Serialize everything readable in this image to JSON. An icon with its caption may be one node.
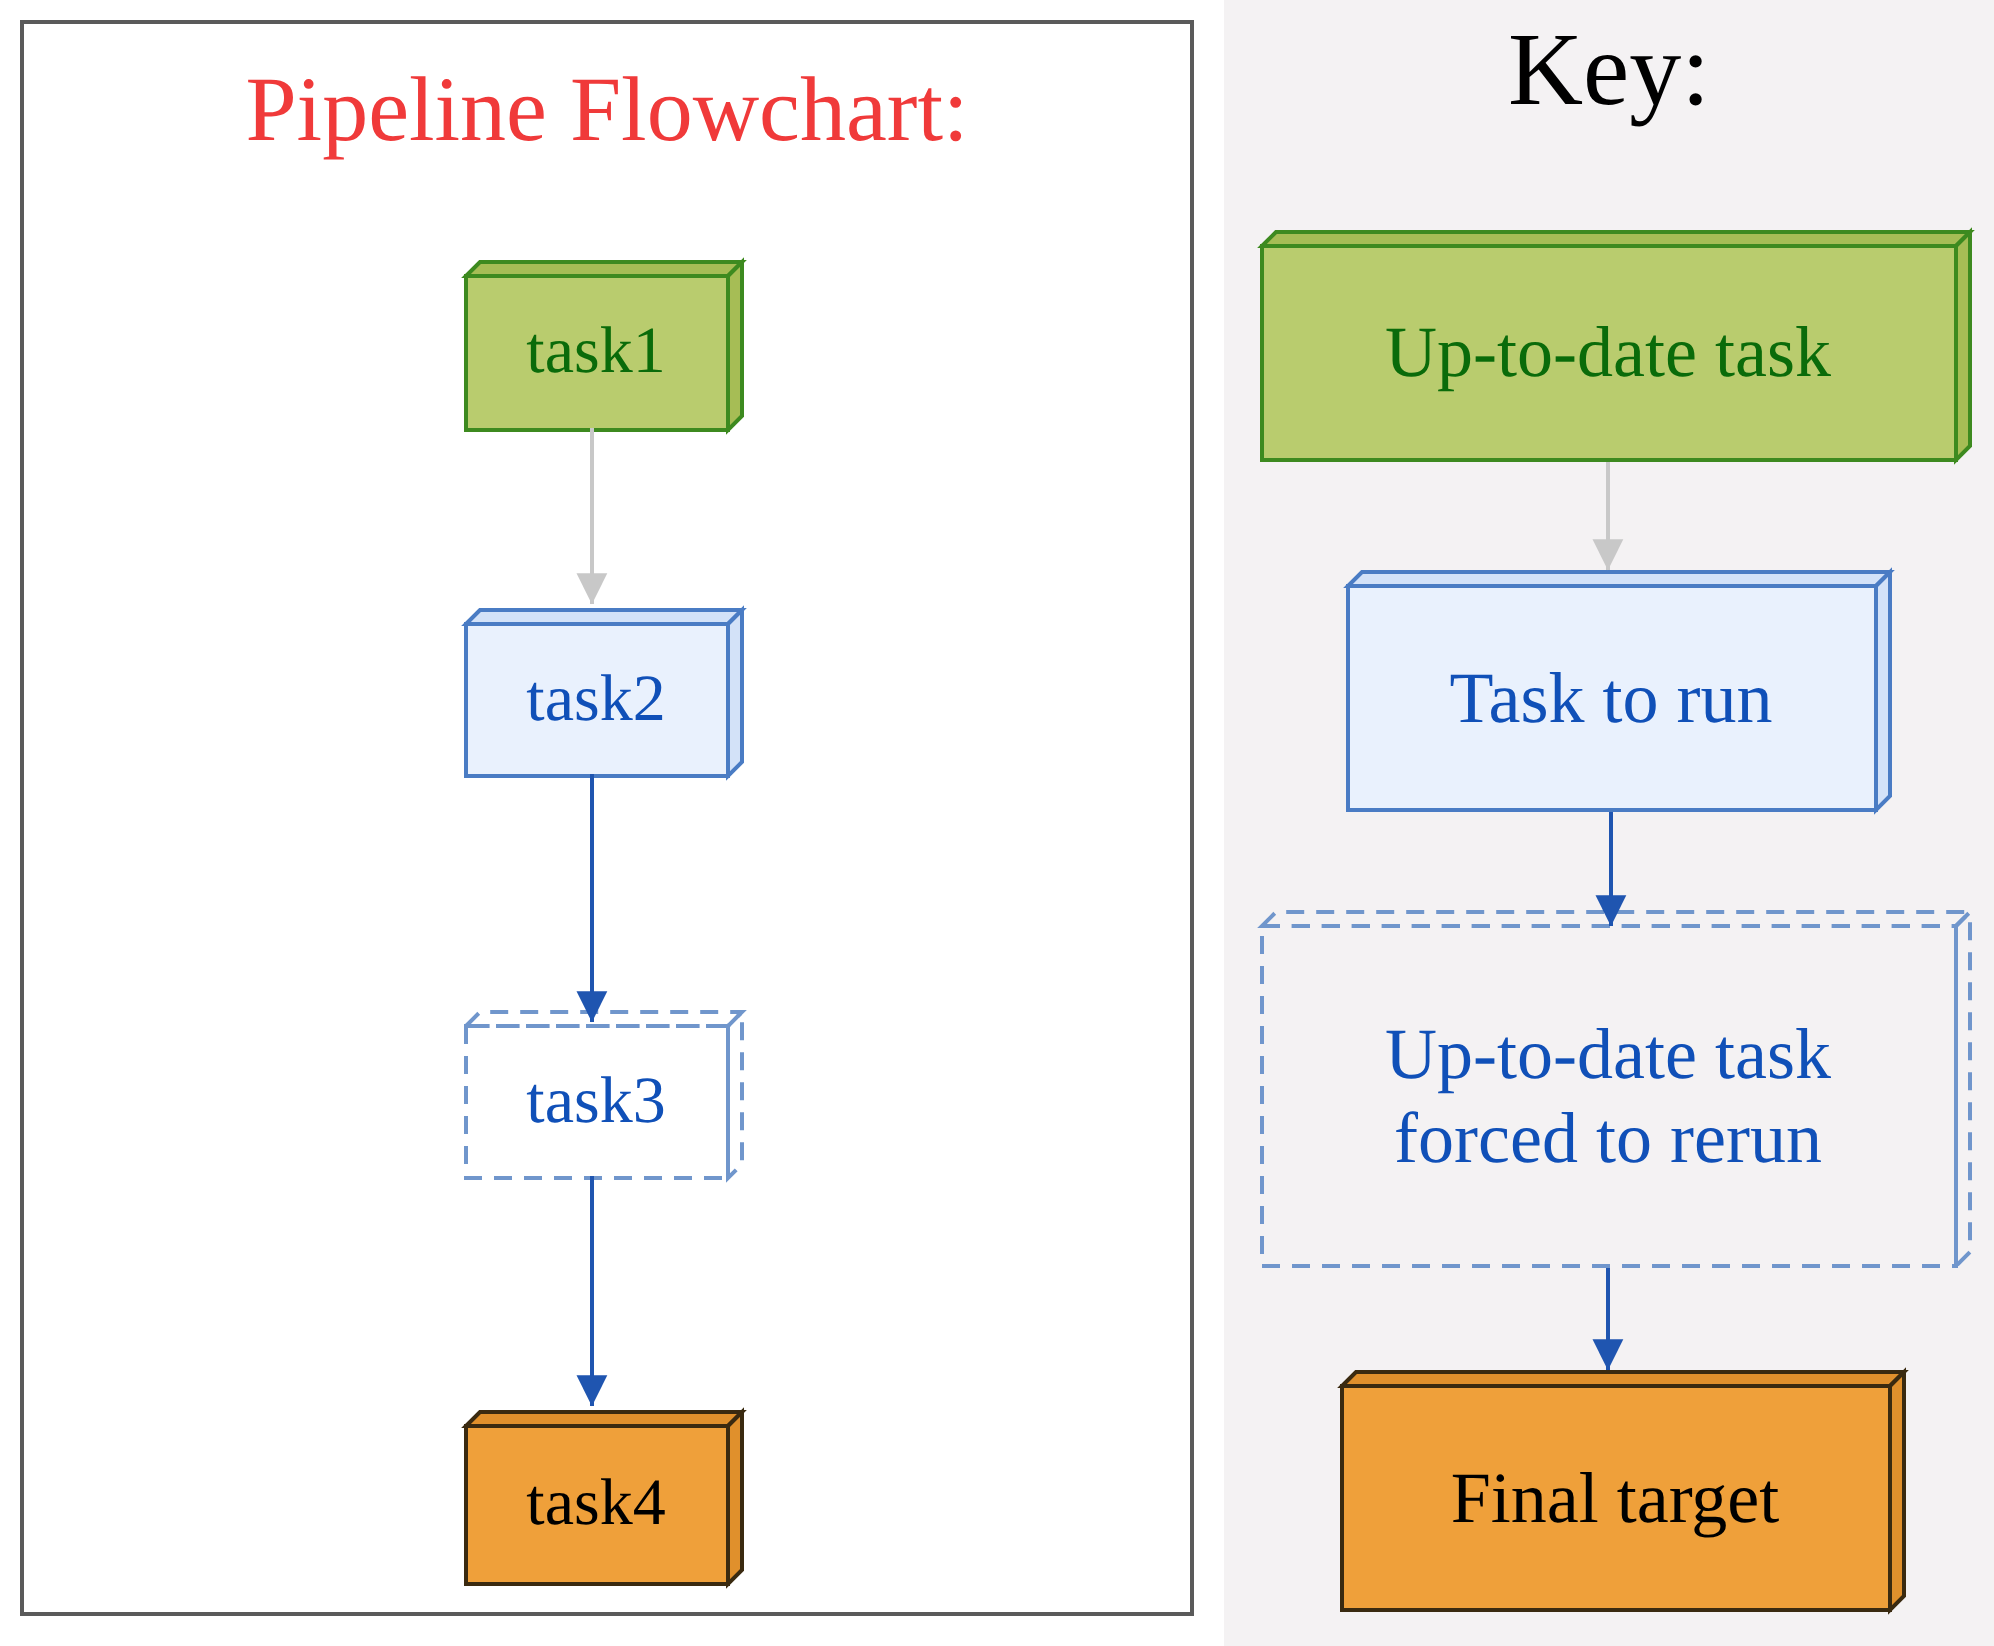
{
  "diagram": {
    "nodes": [
      {
        "text": [
          "Pipeline Flowchart:"
        ]
      },
      {
        "text": [
          "task1"
        ],
        "in": 0
      },
      {
        "text": [
          "task2"
        ],
        "in": 0
      },
      {
        "text": [
          "task3"
        ],
        "in": 0
      },
      {
        "text": [
          "task4"
        ],
        "in": 0
      },
      {
        "text": [
          "Key:"
        ]
      },
      {
        "text": [
          "Up-to-date task"
        ],
        "in": 5
      },
      {
        "text": [
          "Task to run"
        ],
        "in": 5
      },
      {
        "text": [
          "Up-to-date task forced to rerun"
        ],
        "in": 5
      },
      {
        "text": [
          "Final target"
        ],
        "in": 5
      }
    ],
    "edges": [
      {
        "from": 1,
        "to": 2,
        "arrow": "to",
        "color": "#c8c8c8"
      },
      {
        "from": 2,
        "to": 3,
        "arrow": "to"
      },
      {
        "from": 3,
        "to": 4,
        "arrow": "to"
      },
      {
        "from": 6,
        "to": 7,
        "arrow": "to",
        "color": "#c8c8c8"
      },
      {
        "from": 7,
        "to": 8,
        "arrow": "to"
      },
      {
        "from": 8,
        "to": 9,
        "arrow": "to"
      }
    ]
  }
}
